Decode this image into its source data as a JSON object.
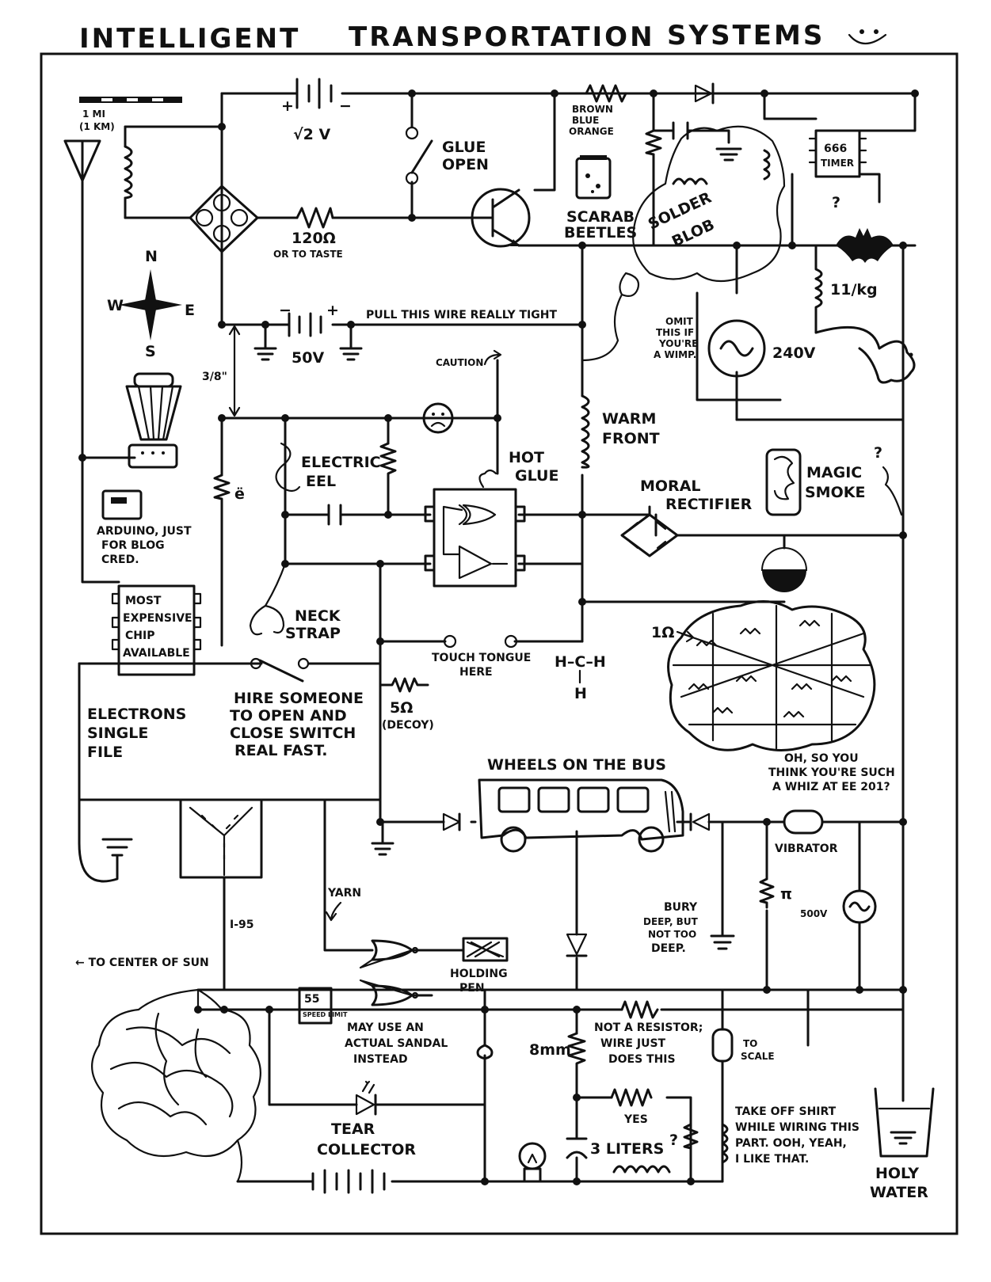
{
  "title": {
    "word1": "INTELLIGENT",
    "word2": "TRANSPORTATION",
    "word3": "SYSTEMS",
    "smiley": "◡̈"
  },
  "labels": {
    "scale_mi": "1 MI",
    "scale_km": "(1 KM)",
    "sqrt2v": "√2 V",
    "glue_open_1": "GLUE",
    "glue_open_2": "OPEN",
    "brown": "BROWN",
    "blue": "BLUE",
    "orange": "ORANGE",
    "timer_1": "666",
    "timer_2": "TIMER",
    "qmark": "?",
    "res120": "120Ω",
    "or_to_taste": "OR TO TASTE",
    "scarab_1": "SCARAB",
    "scarab_2": "BEETLES",
    "solder_1": "SOLDER",
    "solder_2": "BLOB",
    "ind_11kg": "11/kg",
    "n": "N",
    "w": "W",
    "e": "E",
    "s": "S",
    "v50": "50V",
    "pull_wire": "PULL THIS WIRE REALLY TIGHT",
    "omit_1": "OMIT",
    "omit_2": "THIS IF",
    "omit_3": "YOU'RE",
    "omit_4": "A WIMP.",
    "v240": "240V",
    "caution": "CAUTION",
    "three_eighths": "3/8\"",
    "warm_1": "WARM",
    "warm_2": "FRONT",
    "eel_1": "ELECTRIC",
    "eel_2": "EEL",
    "hot_1": "HOT",
    "hot_2": "GLUE",
    "e_res": "ë",
    "moral_1": "MORAL",
    "moral_2": "RECTIFIER",
    "magic_1": "MAGIC",
    "magic_2": "SMOKE",
    "arduino_1": "ARDUINO, JUST",
    "arduino_2": "FOR BLOG",
    "arduino_3": "CRED.",
    "chip_1": "MOST",
    "chip_2": "EXPENSIVE",
    "chip_3": "CHIP",
    "chip_4": "AVAILABLE",
    "neck_1": "NECK",
    "neck_2": "STRAP",
    "touch_1": "TOUCH TONGUE",
    "touch_2": "HERE",
    "methane_top": "H–C–H",
    "methane_h": "H",
    "one_ohm": "1Ω",
    "hire_1": "HIRE SOMEONE",
    "hire_2": "TO OPEN AND",
    "hire_3": "CLOSE SWITCH",
    "hire_4": "REAL FAST.",
    "five_ohm": "5Ω",
    "decoy": "(DECOY)",
    "electrons_1": "ELECTRONS",
    "electrons_2": "SINGLE",
    "electrons_3": "FILE",
    "bus": "WHEELS ON THE BUS",
    "whiz_1": "OH, SO YOU",
    "whiz_2": "THINK YOU'RE SUCH",
    "whiz_3": "A WHIZ AT EE 201?",
    "vibrator": "VIBRATOR",
    "pi": "π",
    "v500": "500V",
    "i95": "I-95",
    "yarn": "YARN",
    "bury_1": "BURY",
    "bury_2": "DEEP, BUT",
    "bury_3": "NOT TOO",
    "bury_4": "DEEP.",
    "sun": "← TO CENTER OF SUN",
    "holding_1": "HOLDING",
    "holding_2": "PEN",
    "speed_55": "55",
    "speed_txt": "SPEED LIMIT",
    "sandal_1": "MAY USE AN",
    "sandal_2": "ACTUAL SANDAL",
    "sandal_3": "INSTEAD",
    "mm8": "8mm",
    "not_res_1": "NOT A RESISTOR;",
    "not_res_2": "WIRE JUST",
    "not_res_3": "DOES THIS",
    "to_scale_1": "TO",
    "to_scale_2": "SCALE",
    "tear_1": "TEAR",
    "tear_2": "COLLECTOR",
    "yes": "YES",
    "liters": "3 LITERS",
    "qmark2": "?",
    "shirt_1": "TAKE OFF SHIRT",
    "shirt_2": "WHILE WIRING THIS",
    "shirt_3": "PART. OOH, YEAH,",
    "shirt_4": "I LIKE THAT.",
    "holy_1": "HOLY",
    "holy_2": "WATER"
  }
}
